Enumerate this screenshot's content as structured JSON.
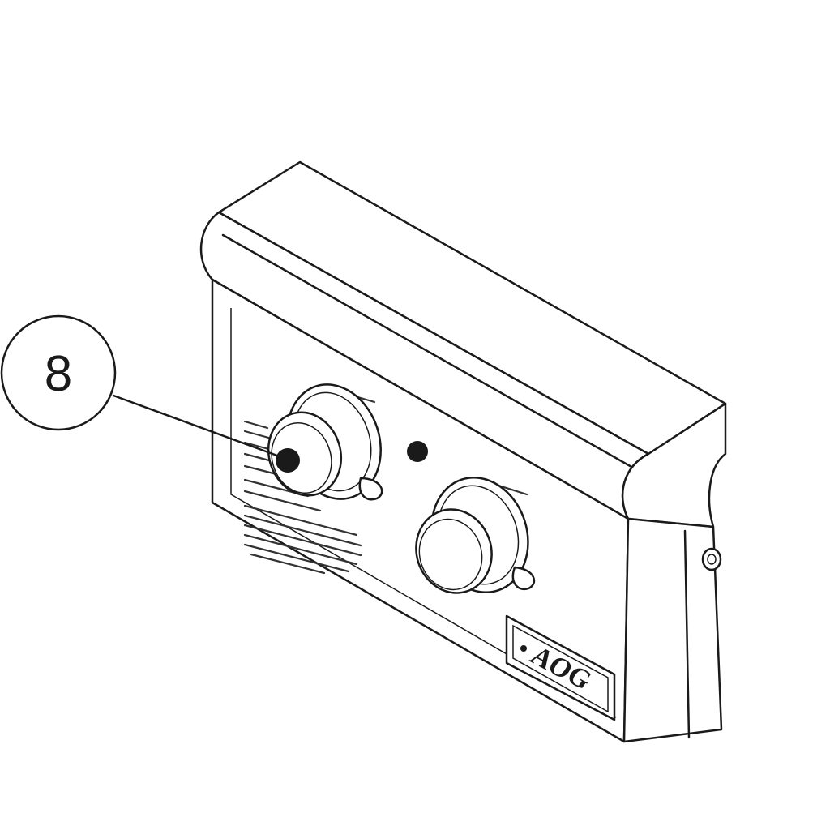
{
  "callout": {
    "number": "8"
  },
  "logo": {
    "text": "AOG"
  },
  "colors": {
    "line": "#1a1a1a",
    "background": "#ffffff"
  },
  "knobs": {
    "count": 2
  }
}
